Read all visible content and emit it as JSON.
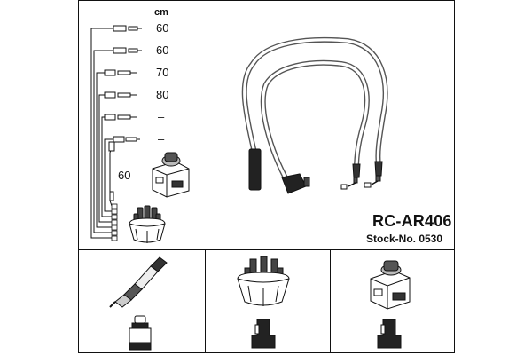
{
  "diagram": {
    "unit_label": "cm",
    "wire_lengths": [
      "60",
      "60",
      "70",
      "80",
      "–",
      "–"
    ],
    "coil_lead_length": "60",
    "part_code": "RC-AR406",
    "stock_number": "Stock-No. 0530"
  },
  "colors": {
    "line": "#111111",
    "cable": "#555555"
  }
}
